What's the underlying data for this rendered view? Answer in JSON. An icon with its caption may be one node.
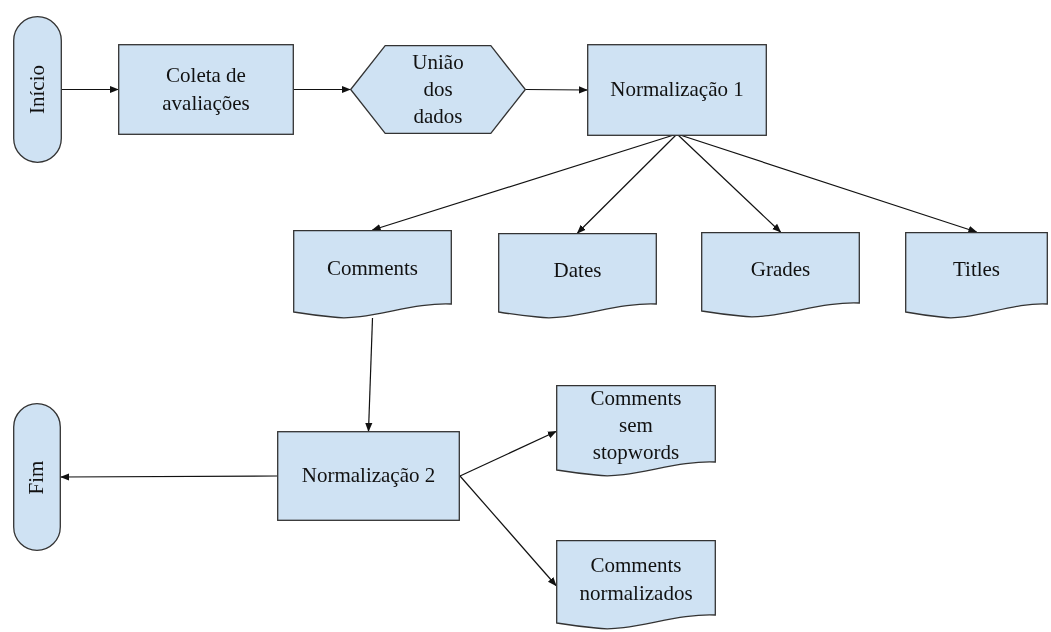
{
  "diagram": {
    "nodes": [
      {
        "text": [
          "Início"
        ]
      },
      {
        "text": [
          "Coleta de avaliações"
        ]
      },
      {
        "text": [
          "União dos dados"
        ]
      },
      {
        "text": [
          "Normalização 1"
        ]
      },
      {
        "text": [
          "Comments"
        ]
      },
      {
        "text": [
          "Dates"
        ]
      },
      {
        "text": [
          "Grades"
        ]
      },
      {
        "text": [
          "Titles"
        ]
      },
      {
        "text": [
          "Fim"
        ]
      },
      {
        "text": [
          "Normalização 2"
        ]
      },
      {
        "text": [
          "Comments sem stopwords"
        ]
      },
      {
        "text": [
          "Comments normalizados"
        ]
      }
    ],
    "edges": [
      {
        "from": 0,
        "to": 1,
        "arrow": "to"
      },
      {
        "from": 1,
        "to": 2,
        "arrow": "to"
      },
      {
        "from": 2,
        "to": 3,
        "arrow": "to"
      },
      {
        "from": 3,
        "to": 4,
        "arrow": "to"
      },
      {
        "from": 3,
        "to": 5,
        "arrow": "to"
      },
      {
        "from": 3,
        "to": 6,
        "arrow": "to"
      },
      {
        "from": 3,
        "to": 7,
        "arrow": "to"
      },
      {
        "from": 4,
        "to": 9,
        "arrow": "to"
      },
      {
        "from": 9,
        "to": 8,
        "arrow": "to"
      },
      {
        "from": 9,
        "to": 10,
        "arrow": "to"
      },
      {
        "from": 9,
        "to": 11,
        "arrow": "to"
      }
    ]
  }
}
